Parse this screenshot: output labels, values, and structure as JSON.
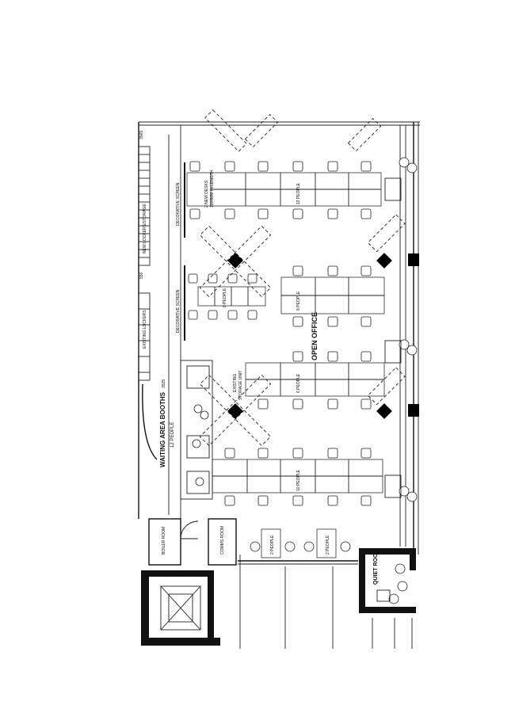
{
  "rooms": {
    "open_office": "OPEN OFFICE",
    "waiting_area": "WAITING AREA BOOTHS",
    "waiting_capacity": "12 PEOPLE",
    "quiet_room": "QUIET ROOM",
    "boiler_room": "BOILER ROOM",
    "comms_room": "COMMS ROOM"
  },
  "labels": {
    "decorative_screen_1": "DECORATIVE SCREEN",
    "decorative_screen_2": "DECORATIVE SCREEN",
    "new_desks": "2 NEW DESKS",
    "new_desks_size": "1200MM IN LENGTH",
    "new_lockers": "NEW LOCKERS/STORAGE",
    "existing_lockers": "EXISTING LOCKERS",
    "existing_storage": "EXISTING",
    "existing_storage_2": "STORAGE UNIT"
  },
  "desk_clusters": {
    "cluster_12": "12 PEOPLE",
    "cluster_8_screen": "8 PEOPLE",
    "cluster_8": "8 PEOPLE",
    "cluster_6": "6 PEOPLE",
    "cluster_10": "10 PEOPLE",
    "pod_2a": "2 PEOPLE",
    "pod_2b": "2 PEOPLE"
  },
  "dimensions": {
    "d1": "3565",
    "d2": "550",
    "d3": "3525"
  }
}
